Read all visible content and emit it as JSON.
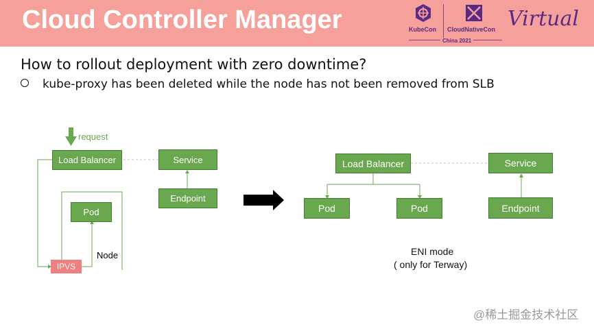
{
  "header": {
    "title": "Cloud Controller Manager",
    "logo1_label": "KubeCon",
    "logo2_label": "CloudNativeCon",
    "event": "China 2021",
    "virtual": "Virtual",
    "background": "#f5a09a"
  },
  "content": {
    "question": "How to rollout deployment with zero downtime?",
    "bullet": "kube-proxy has been deleted while the node has not been removed from SLB"
  },
  "left_diagram": {
    "request": "request",
    "load_balancer": "Load Balancer",
    "service": "Service",
    "endpoint": "Endpoint",
    "pod": "Pod",
    "node": "Node",
    "ipvs": "IPVS"
  },
  "right_diagram": {
    "load_balancer": "Load Balancer",
    "service": "Service",
    "endpoint": "Endpoint",
    "pod1": "Pod",
    "pod2": "Pod",
    "mode": "ENI mode",
    "mode_note": "( only for Terway)"
  },
  "watermark": "@稀土掘金技术社区",
  "colors": {
    "green": "#6aa84f",
    "ipvs": "#f08080",
    "brand_purple": "#5b2a86"
  }
}
